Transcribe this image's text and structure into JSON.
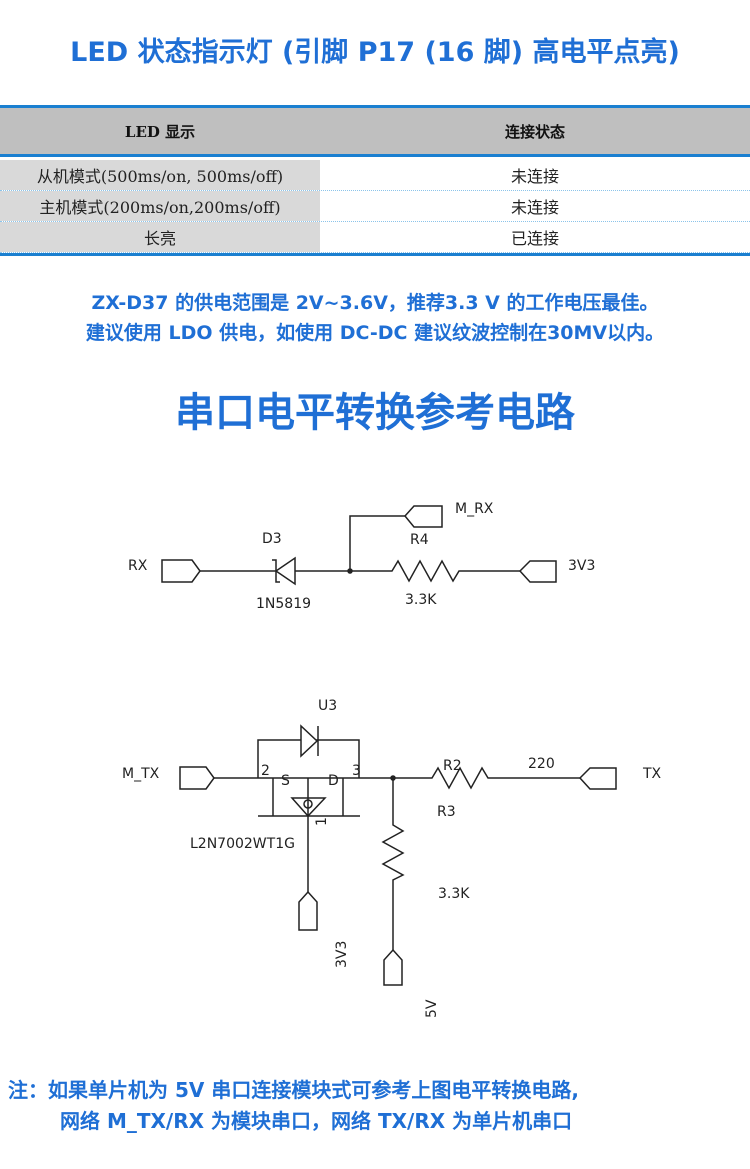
{
  "title": "LED 状态指示灯 (引脚 P17 (16 脚) 高电平点亮)",
  "table": {
    "headers": [
      "LED 显示",
      "连接状态"
    ],
    "rows": [
      {
        "led": "从机模式(500ms/on, 500ms/off)",
        "status": "未连接"
      },
      {
        "led": "主机模式(200ms/on,200ms/off)",
        "status": "未连接"
      },
      {
        "led": "长亮",
        "status": "已连接"
      }
    ]
  },
  "power_note": [
    "ZX-D37 的供电范围是 2V~3.6V，推荐3.3 V 的工作电压最佳。",
    "建议使用 LDO 供电，如使用 DC-DC 建议纹波控制在30MV以内。"
  ],
  "section_title": "串口电平转换参考电路",
  "circuit1": {
    "rx": "RX",
    "d3": "D3",
    "diode_part": "1N5819",
    "m_rx": "M_RX",
    "r4": "R4",
    "r4_val": "3.3K",
    "vcc": "3V3"
  },
  "circuit2": {
    "m_tx": "M_TX",
    "u3": "U3",
    "pin2": "2",
    "pin3": "3",
    "pin1": "1",
    "s": "S",
    "d": "D",
    "mosfet_part": "L2N7002WT1G",
    "gate_supply": "3V3",
    "r2": "R2",
    "r2_val": "220",
    "tx": "TX",
    "r3": "R3",
    "r3_val": "3.3K",
    "pullup": "5V"
  },
  "footer_note": [
    "注：如果单片机为 5V 串口连接模块式可参考上图电平转换电路,",
    "网络 M_TX/RX 为模块串口，网络 TX/RX 为单片机串口"
  ],
  "colors": {
    "accent": "#1f6fd5",
    "table_border": "#1a7fd0",
    "header_bg": "#bfbfbf",
    "cell_bg": "#d9d9d9"
  }
}
